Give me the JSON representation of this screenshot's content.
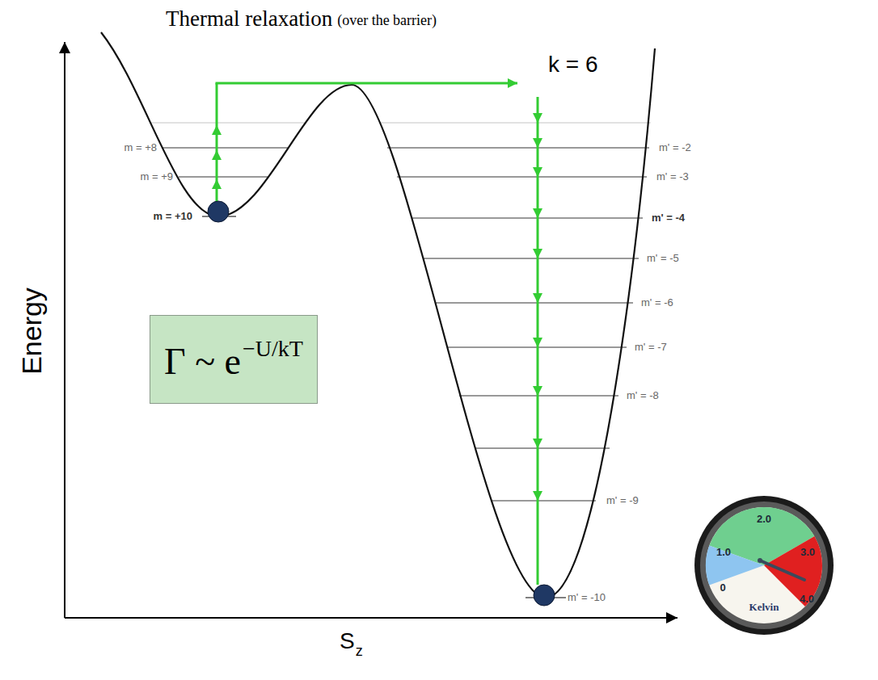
{
  "diagram": {
    "title": "Thermal relaxation",
    "nodes": [
      {
        "text": [
          "Γ ~ e",
          "−U/kT"
        ]
      }
    ],
    "labels": [
      "(over the barrier)",
      "Energy",
      "S",
      "z",
      "k = 6",
      "m = +8",
      "m = +9",
      "m = +10",
      "m' = -2",
      "m' = -3",
      "m' = -4",
      "m' = -5",
      "m' = -6",
      "m' = -7",
      "m' = -8",
      "m' = -9",
      "m' = -10",
      "2.0",
      "1.0",
      "3.0",
      "0",
      "4.0",
      "Kelvin"
    ]
  }
}
